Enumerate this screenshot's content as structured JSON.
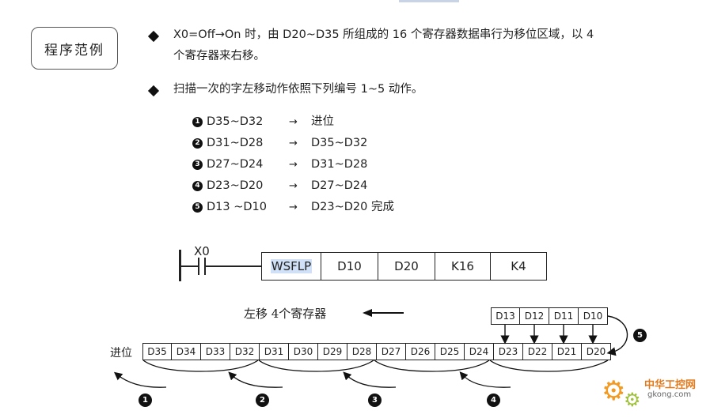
{
  "section_label": "程序范例",
  "bullets": [
    {
      "line1": "X0=Off→On 时，由 D20~D35 所组成的 16 个寄存器数据串行为移位区域，以 4",
      "line2": "个寄存器来右移。"
    },
    {
      "line1": "扫描一次的字左移动作依照下列编号 1~5 动作。"
    }
  ],
  "steps": [
    {
      "num": "1",
      "src": "D35~D32",
      "arrow": "→",
      "dst": "进位"
    },
    {
      "num": "2",
      "src": "D31~D28",
      "arrow": "→",
      "dst": "D35~D32"
    },
    {
      "num": "3",
      "src": "D27~D24",
      "arrow": "→",
      "dst": "D31~D28"
    },
    {
      "num": "4",
      "src": "D23~D20",
      "arrow": "→",
      "dst": "D27~D24"
    },
    {
      "num": "5",
      "src": "D13 ~D10",
      "arrow": "→",
      "dst": "D23~D20  完成"
    }
  ],
  "ladder": {
    "contact": "X0",
    "instruction": "WSFLP",
    "operands": [
      "D10",
      "D20",
      "K16",
      "K4"
    ]
  },
  "diagram": {
    "shift_label": "左移 4个寄存器",
    "carry_label": "进位",
    "main_registers": [
      "D35",
      "D34",
      "D33",
      "D32",
      "D31",
      "D30",
      "D29",
      "D28",
      "D27",
      "D26",
      "D25",
      "D24",
      "D23",
      "D22",
      "D21",
      "D20"
    ],
    "source_registers": [
      "D13",
      "D12",
      "D11",
      "D10"
    ],
    "group_numbers": [
      "1",
      "2",
      "3",
      "4"
    ],
    "source_number": "5"
  },
  "watermark": {
    "line1": "中华工控网",
    "line2": "gkong.com"
  }
}
